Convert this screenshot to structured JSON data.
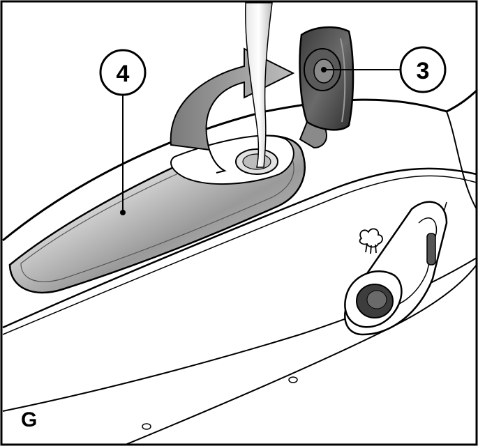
{
  "figure": {
    "panel_letter": "G",
    "callouts": [
      {
        "id": "tank-cover",
        "number": "3"
      },
      {
        "id": "water-tank",
        "number": "4"
      }
    ]
  },
  "colors": {
    "outline": "#000000",
    "body": "#ffffff",
    "tank_gray": "#a9a9a9",
    "cap_dark": "#4a4a4a",
    "arrow_gray": "#8c8c8c",
    "water": "#cfcfcf"
  },
  "icons": [
    "steam-icon",
    "rotate-arrow-icon"
  ]
}
